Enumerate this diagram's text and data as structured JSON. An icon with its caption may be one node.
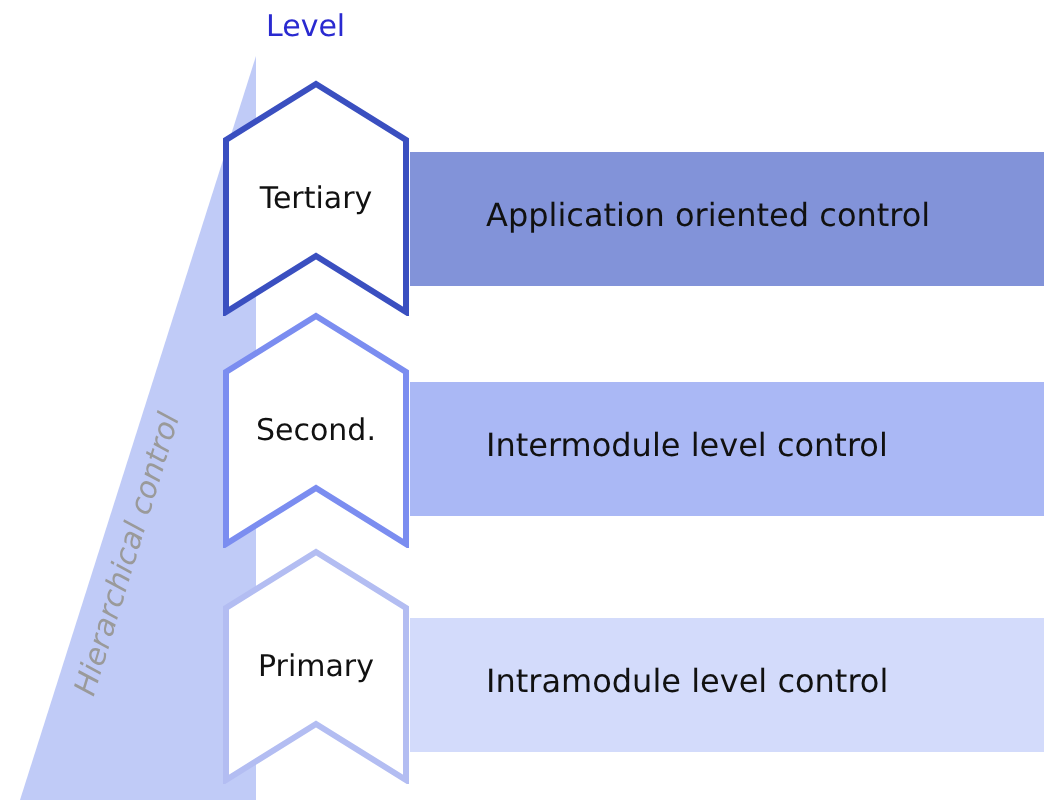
{
  "diagram": {
    "nodes": [
      {
        "text": [
          "Hierarchical control"
        ]
      },
      {
        "text": [
          "Tertiary"
        ]
      },
      {
        "text": [
          "Application oriented control"
        ]
      },
      {
        "text": [
          "Second."
        ]
      },
      {
        "text": [
          "Intermodule level control"
        ]
      },
      {
        "text": [
          "Primary"
        ]
      },
      {
        "text": [
          "Intramodule level control"
        ]
      }
    ],
    "edges": [],
    "labels": [
      "Level"
    ]
  }
}
